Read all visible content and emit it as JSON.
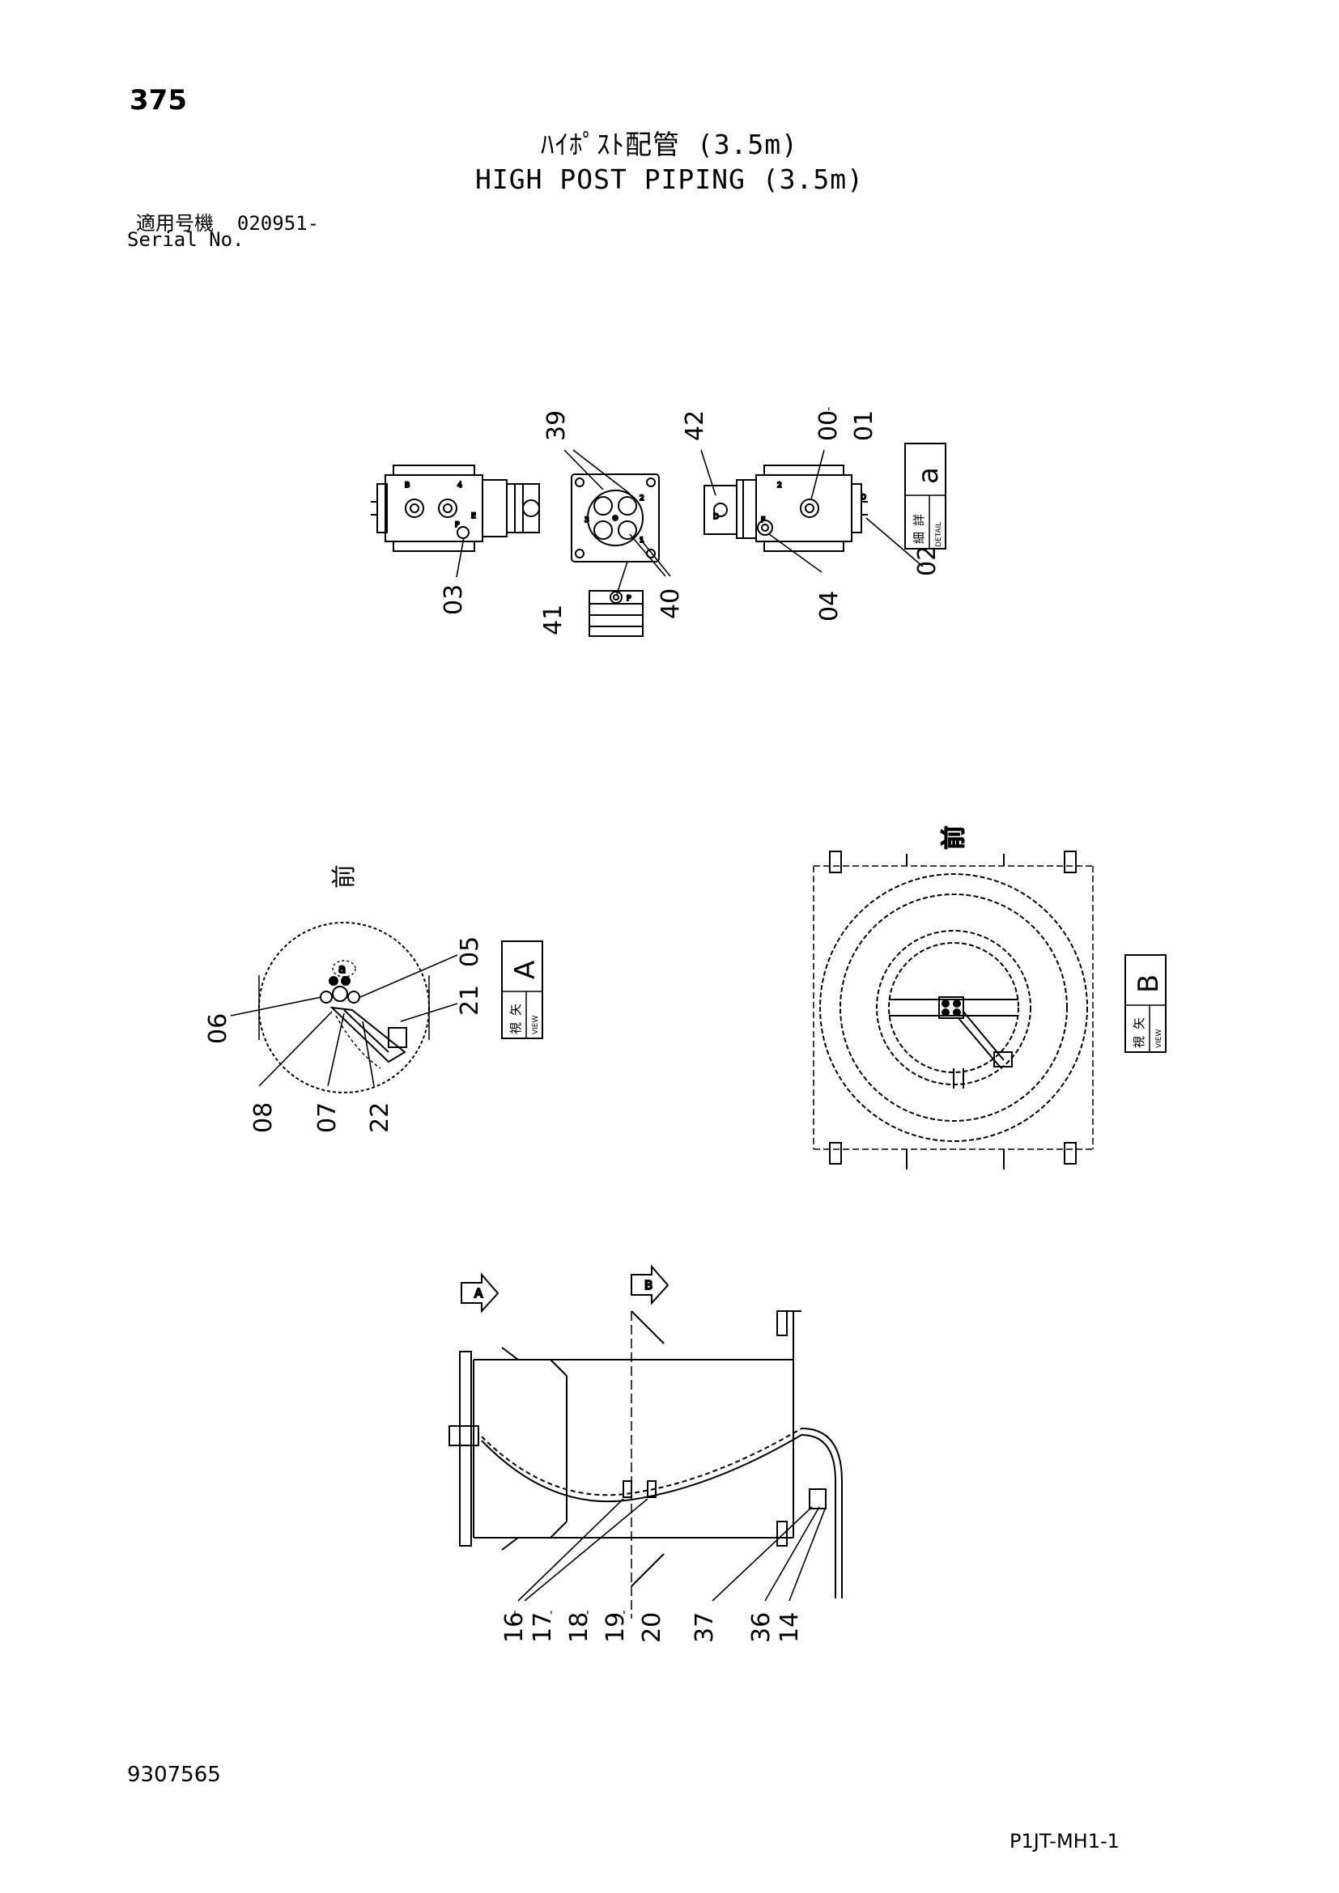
{
  "header": {
    "page_number": "375",
    "title_jp": "ﾊｲﾎﾟｽﾄ配管 (3.5m)",
    "title_en": "HIGH POST PIPING (3.5m)",
    "serial_label_jp": "適用号機",
    "serial_value": "020951-",
    "serial_label_en": "Serial No."
  },
  "footer": {
    "doc_number": "9307565",
    "page_code": "P1JT-MH1-1"
  },
  "callouts": {
    "detail_top": [
      "39",
      "42",
      "00",
      "01",
      "03",
      "41",
      "40",
      "04",
      "02"
    ],
    "view_a": [
      "05",
      "21",
      "06",
      "08",
      "07",
      "22"
    ],
    "side_view": [
      "16",
      "17",
      "18",
      "19",
      "20",
      "37",
      "36",
      "14"
    ],
    "separator": "-"
  },
  "labels": {
    "detail_box": {
      "jp_top": "詳",
      "jp_bottom": "細",
      "en": "DETAIL",
      "letter": "a"
    },
    "view_a_box": {
      "jp_top": "矢",
      "jp_bottom": "視",
      "en": "VIEW",
      "letter": "A"
    },
    "view_b_box": {
      "jp_top": "矢",
      "jp_bottom": "視",
      "en": "VIEW",
      "letter": "B"
    },
    "front_mark": "前",
    "arrow_a": "A",
    "arrow_b": "B",
    "detail_ref": "a",
    "port_marks": [
      "B",
      "4",
      "P",
      "E",
      "3",
      "2",
      "1",
      "D",
      "F",
      "T"
    ]
  },
  "colors": {
    "ink": "#000000",
    "paper": "#ffffff"
  }
}
